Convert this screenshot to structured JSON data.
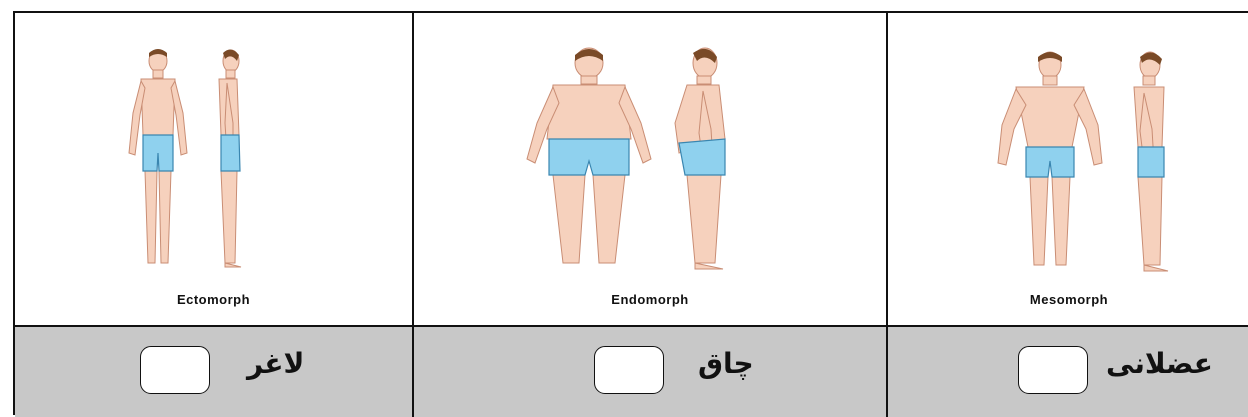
{
  "panels": [
    {
      "caption": "Ectomorph",
      "answer_word": "لاغر"
    },
    {
      "caption": "Endomorph",
      "answer_word": "چاق"
    },
    {
      "caption": "Mesomorph",
      "answer_word": "عضلانی"
    }
  ],
  "colors": {
    "skin": "#f6d1bd",
    "skin_line": "#c98d74",
    "shorts": "#8fd1ee",
    "shorts_line": "#3a86b0",
    "hair": "#7a4a27",
    "answer_row_bg": "#c8c8c8"
  }
}
